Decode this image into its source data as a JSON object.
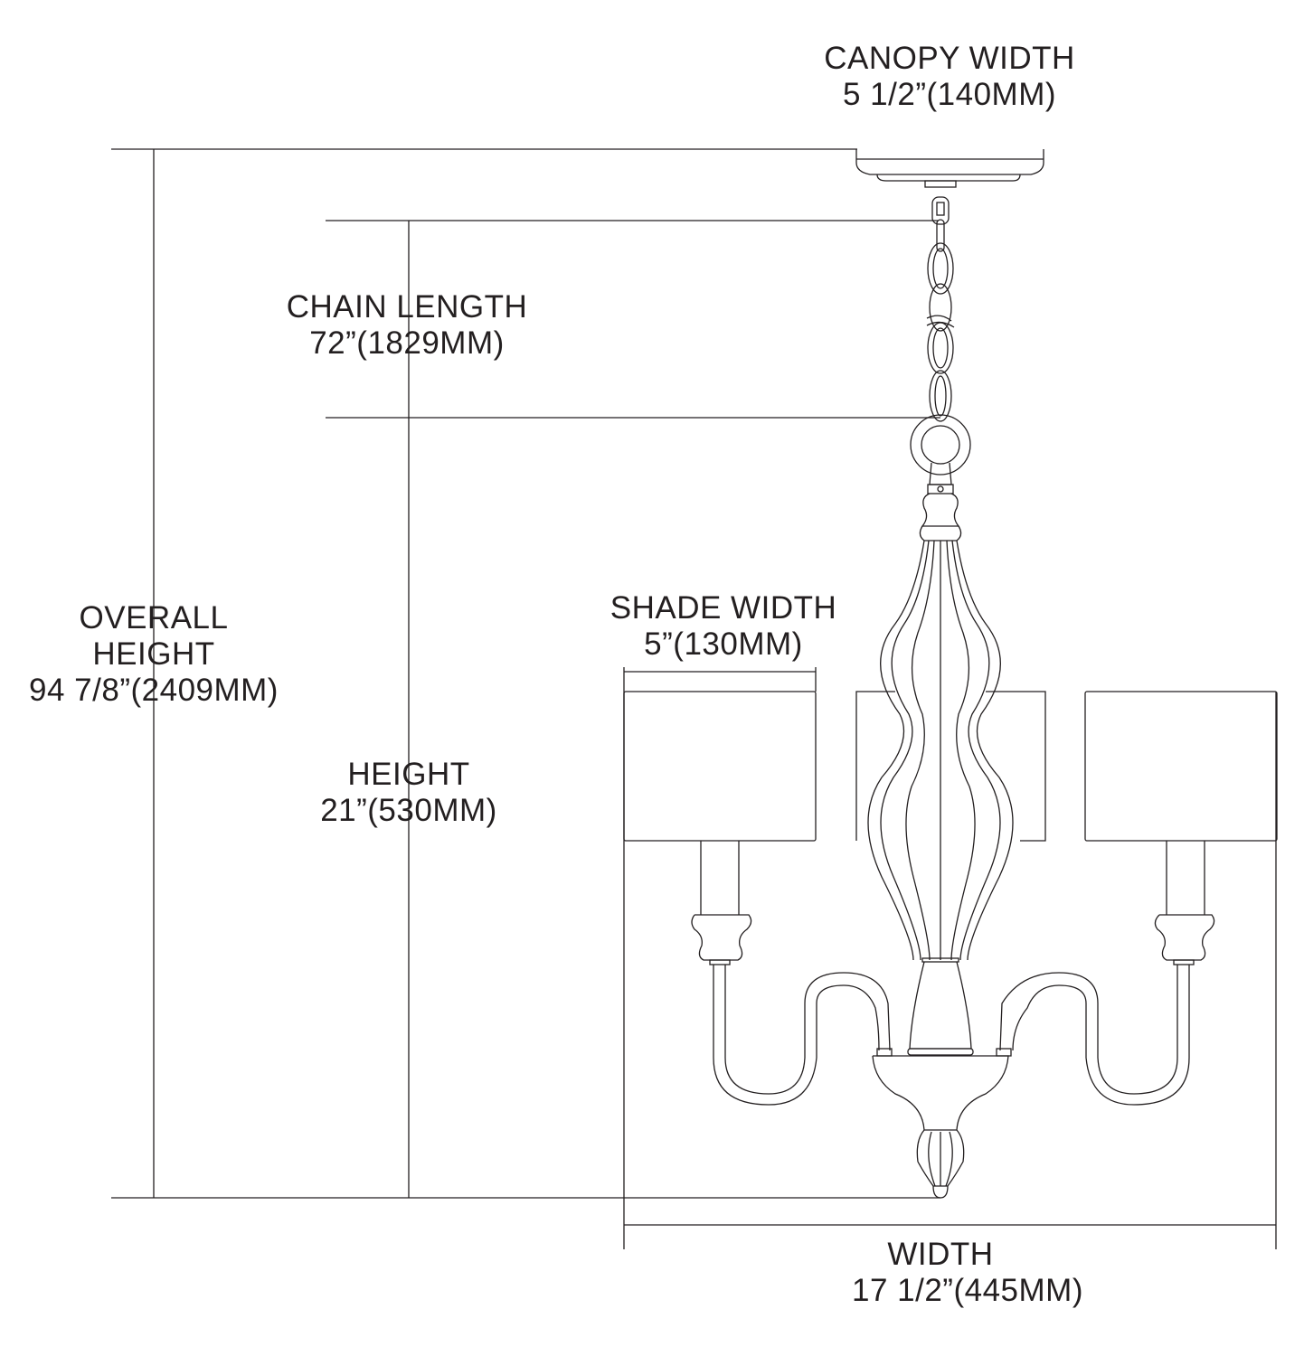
{
  "colors": {
    "line": "#231f20",
    "background": "#ffffff"
  },
  "dimensions": {
    "canopy_width": {
      "label": "CANOPY WIDTH",
      "value": "5 1/2”(140MM)"
    },
    "chain_length": {
      "label": "CHAIN LENGTH",
      "value": "72”(1829MM)"
    },
    "overall_height": {
      "label_line1": "OVERALL",
      "label_line2": "HEIGHT",
      "value": "94 7/8”(2409MM)"
    },
    "shade_width": {
      "label": "SHADE WIDTH",
      "value": "5”(130MM)"
    },
    "height": {
      "label": "HEIGHT",
      "value": "21”(530MM)"
    },
    "width": {
      "label": "WIDTH",
      "value": "17 1/2”(445MM)"
    }
  }
}
